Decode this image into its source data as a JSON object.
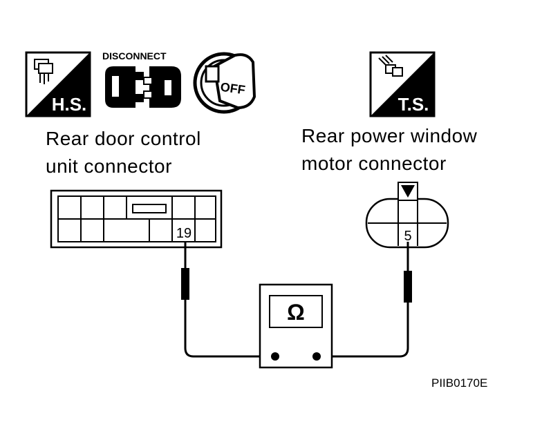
{
  "icons": {
    "harness_side": "H.S.",
    "disconnect": "DISCONNECT",
    "ignition_key": "OFF",
    "terminal_side": "T.S."
  },
  "connectors": {
    "left_title_line1": "Rear door control",
    "left_title_line2": "unit connector",
    "left_pin": "19",
    "right_title_line1": "Rear power window",
    "right_title_line2": "motor connector",
    "right_pin": "5"
  },
  "meter": {
    "symbol": "Ω"
  },
  "figure_code": "PIIB0170E",
  "colors": {
    "ink": "#000000",
    "paper": "#ffffff"
  }
}
